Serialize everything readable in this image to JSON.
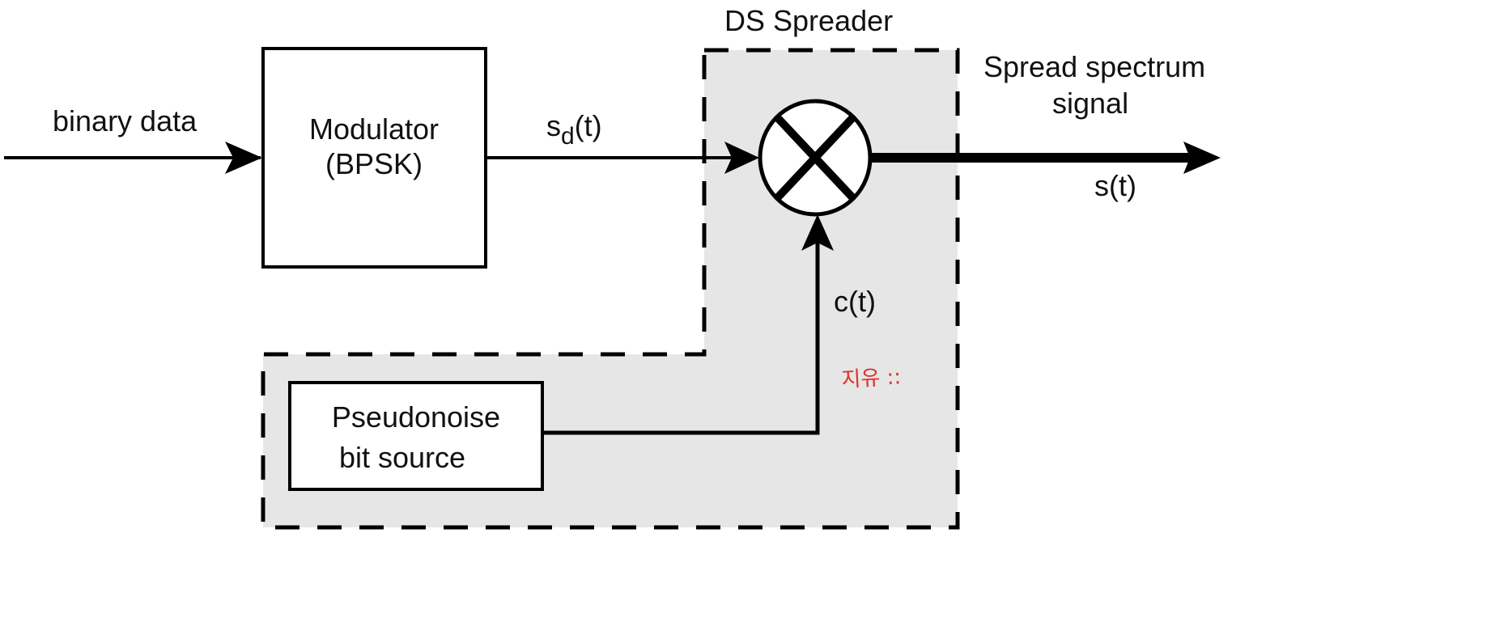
{
  "labels": {
    "input": "binary data",
    "modulator_line1": "Modulator",
    "modulator_line2": "(BPSK)",
    "sd_main": "s",
    "sd_sub": "d",
    "sd_tail": "(t)",
    "spreader_title": "DS Spreader",
    "output_line1": "Spread spectrum",
    "output_line2": "signal",
    "output_signal": "s(t)",
    "code_signal": "c(t)",
    "pn_line1": "Pseudonoise",
    "pn_line2": "bit source"
  },
  "handwritten_annotation": "지유 ::",
  "colors": {
    "spreader_fill": "#e6e6e6",
    "stroke": "#000000",
    "annotation": "#e0302a"
  },
  "icons": {
    "multiplier": "circled-x-multiplier-icon"
  }
}
